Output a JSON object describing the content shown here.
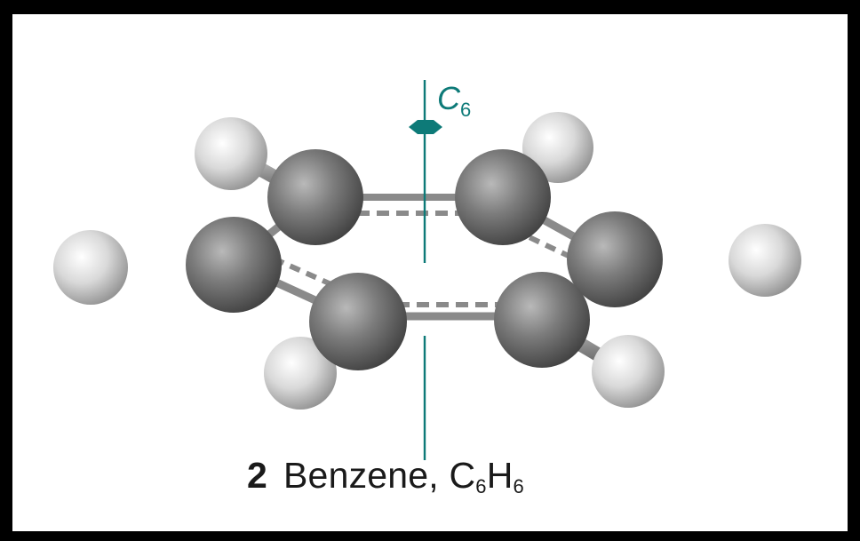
{
  "molecule": {
    "number": "2",
    "name": "Benzene,",
    "formula": {
      "c": "C",
      "c_sub": "6",
      "h": "H",
      "h_sub": "6"
    }
  },
  "axis": {
    "symbol": "C",
    "order": "6"
  },
  "colors": {
    "axis": "#0d7a78",
    "carbon": "#6f6f6f",
    "hydrogen": "#d8d8d8",
    "bond": "#8a8a8a",
    "background": "#000000",
    "panel": "#ffffff"
  }
}
